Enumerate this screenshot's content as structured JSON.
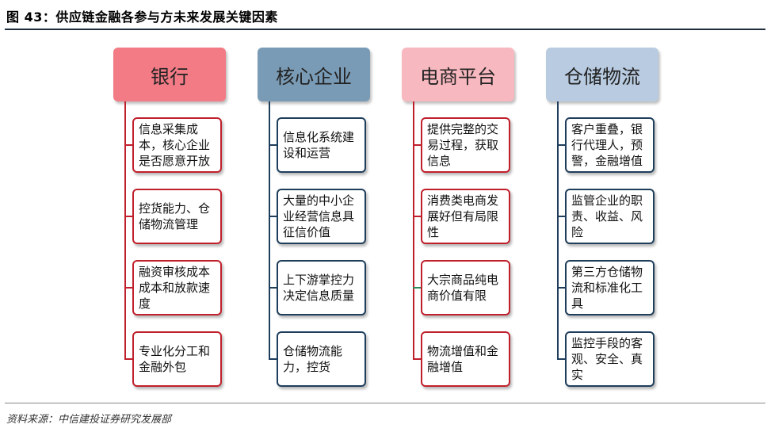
{
  "title": "图 43：供应链金融各参与方未来发展关键因素",
  "source": "资料来源：中信建投证券研究发展部",
  "columns": [
    {
      "header": "银行",
      "header_color": "#f27b86",
      "border_color": "#c0202c",
      "items": [
        "信息采集成本，核心企业是否愿意开放",
        "控货能力、仓储物流管理",
        "融资审核成本成本和放款速度",
        "专业化分工和金融外包"
      ]
    },
    {
      "header": "核心企业",
      "header_color": "#7a9bb5",
      "border_color": "#1f3e5c",
      "items": [
        "信息化系统建设和运营",
        "大量的中小企业经营信息具征信价值",
        "上下游掌控力决定信息质量",
        "仓储物流能力，控货"
      ]
    },
    {
      "header": "电商平台",
      "header_color": "#f8b8bf",
      "border_color": "#c0202c",
      "items": [
        "提供完整的交易过程，获取信息",
        "消费类电商发展好但有局限性",
        "大宗商品纯电商价值有限",
        "物流增值和金融增值"
      ]
    },
    {
      "header": "仓储物流",
      "header_color": "#b8cbe0",
      "border_color": "#1f3e5c",
      "items": [
        "客户重叠，银行代理人，预警，金融增值",
        "监管企业的职责、收益、风险",
        "第三方仓储物流和标准化工具",
        "监控手段的客观、安全、真实"
      ]
    }
  ]
}
